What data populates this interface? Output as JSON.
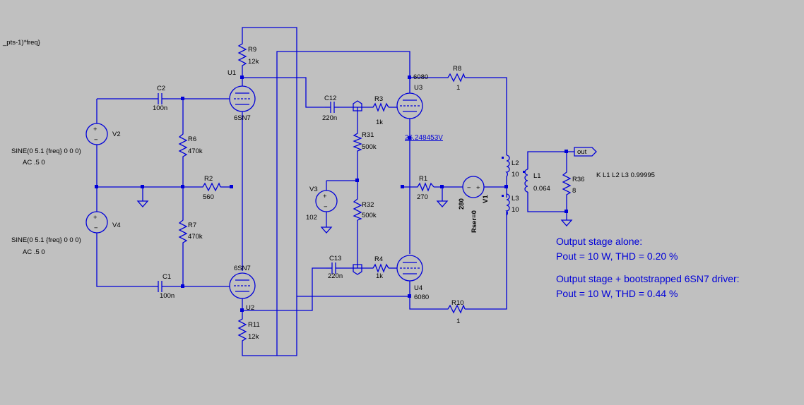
{
  "header_fragment": "_pts-1)*freq}",
  "components": {
    "U1": {
      "ref": "U1",
      "model": "6SN7"
    },
    "U2": {
      "ref": "U2",
      "model": "6SN7"
    },
    "U3": {
      "ref": "U3",
      "model": "6080"
    },
    "U4": {
      "ref": "U4",
      "model": "6080"
    },
    "R9": {
      "ref": "R9",
      "value": "12k"
    },
    "R11": {
      "ref": "R11",
      "value": "12k"
    },
    "R6": {
      "ref": "R6",
      "value": "470k"
    },
    "R7": {
      "ref": "R7",
      "value": "470k"
    },
    "R2": {
      "ref": "R2",
      "value": "560"
    },
    "C2": {
      "ref": "C2",
      "value": "100n"
    },
    "C1": {
      "ref": "C1",
      "value": "100n"
    },
    "C12": {
      "ref": "C12",
      "value": "220n"
    },
    "C13": {
      "ref": "C13",
      "value": "220n"
    },
    "R3": {
      "ref": "R3",
      "value": "1k"
    },
    "R4": {
      "ref": "R4",
      "value": "1k"
    },
    "R31": {
      "ref": "R31",
      "value": "500k"
    },
    "R32": {
      "ref": "R32",
      "value": "500k"
    },
    "R8": {
      "ref": "R8",
      "value": "1"
    },
    "R10": {
      "ref": "R10",
      "value": "1"
    },
    "R1": {
      "ref": "R1",
      "value": "270"
    },
    "R36": {
      "ref": "R36",
      "value": "8"
    },
    "L1": {
      "ref": "L1",
      "value": "0.064"
    },
    "L2": {
      "ref": "L2",
      "value": "10"
    },
    "L3": {
      "ref": "L3",
      "value": "10"
    },
    "V1": {
      "ref": "V1",
      "value": "280",
      "extra": "Rser=0"
    },
    "V2": {
      "ref": "V2",
      "spec": "SINE(0 5.1 {freq} 0 0 0)",
      "ac": "AC .5 0"
    },
    "V4": {
      "ref": "V4",
      "spec": "SINE(0 5.1 {freq} 0 0 0)",
      "ac": "AC .5 0"
    },
    "V3": {
      "ref": "V3",
      "value": "102"
    }
  },
  "coupling": "K L1 L2 L3 0.99995",
  "net_out": "out",
  "probe_voltage": "26.248453V",
  "notes": {
    "line1": "Output stage alone:",
    "line2": "Pout = 10 W, THD = 0.20 %",
    "line3": "Output stage + bootstrapped 6SN7 driver:",
    "line4": "Pout = 10 W, THD = 0.44 %"
  }
}
